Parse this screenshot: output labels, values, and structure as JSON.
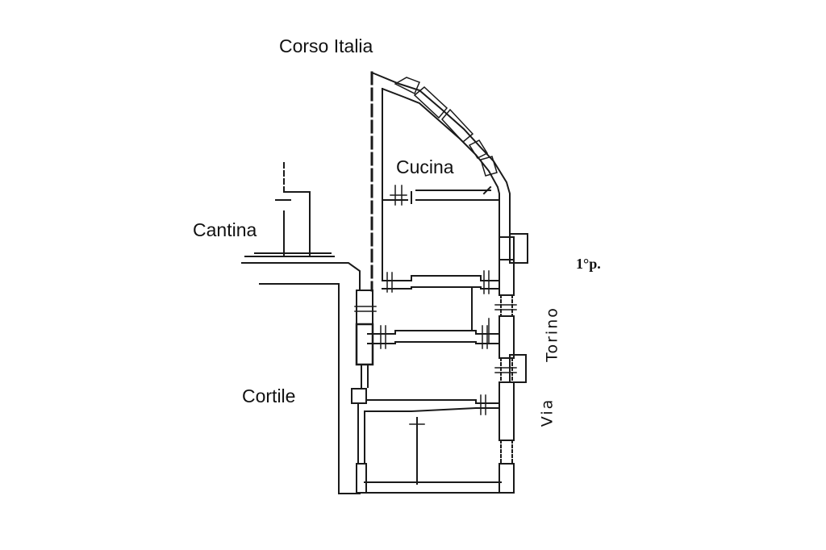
{
  "labels": {
    "street_top": "Corso Italia",
    "kitchen": "Cucina",
    "cellar": "Cantina",
    "courtyard": "Cortile",
    "floor": "1°p.",
    "street_side_a": "Torino",
    "street_side_b": "Via"
  },
  "colors": {
    "wall": "#1a1a1a",
    "background": "#ffffff"
  }
}
